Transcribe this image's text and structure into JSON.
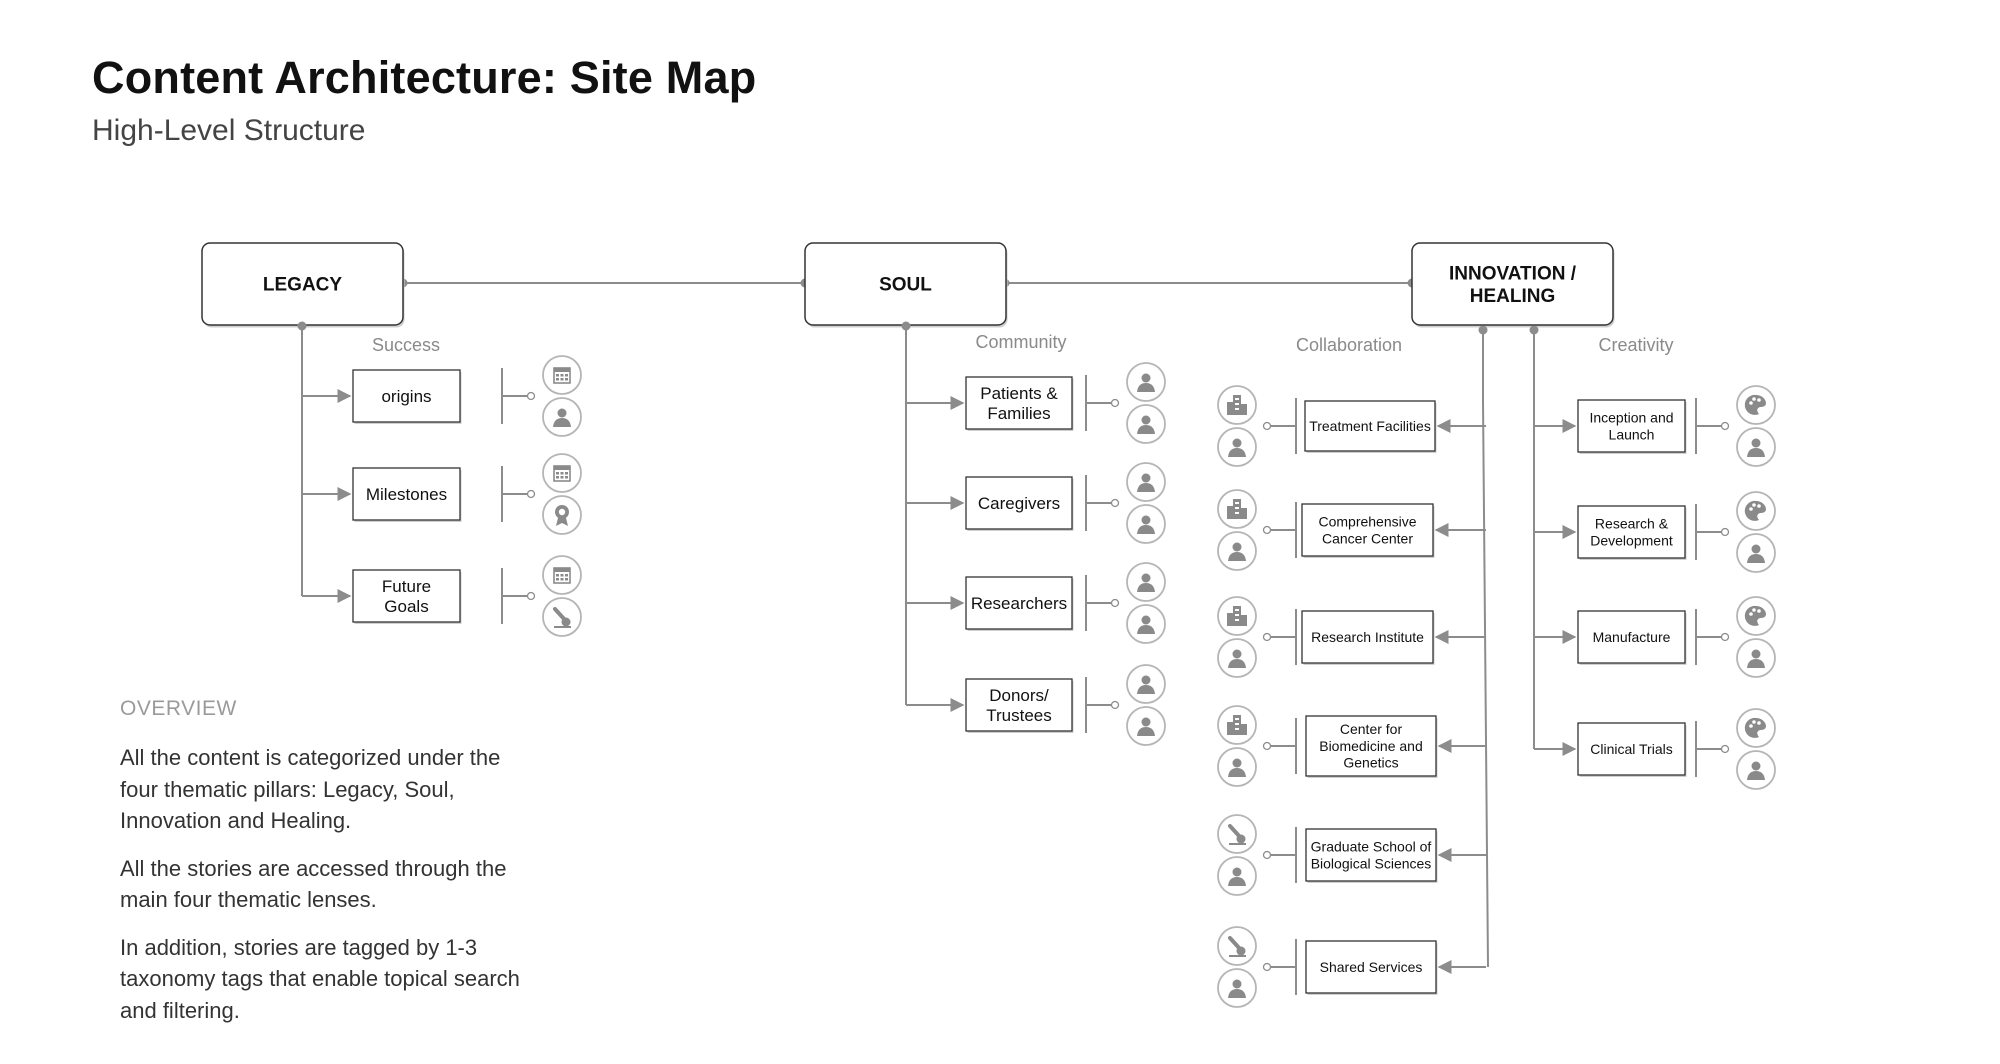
{
  "header": {
    "title": "Content Architecture: Site Map",
    "subtitle": "High-Level Structure"
  },
  "overview": {
    "label": "OVERVIEW",
    "paragraphs": [
      "All the content is categorized under the four thematic pillars: Legacy, Soul, Innovation and Healing.",
      "All the stories are accessed through the main four thematic lenses.",
      "In addition, stories are tagged by 1-3 taxonomy tags that enable topical search and filtering."
    ]
  },
  "pillars": {
    "legacy": {
      "label": "LEGACY",
      "section": "Success",
      "children": [
        {
          "label": "origins",
          "icons": [
            "calendar-icon",
            "person-icon"
          ]
        },
        {
          "label": "Milestones",
          "icons": [
            "calendar-icon",
            "award-icon"
          ]
        },
        {
          "label": "Future\nGoals",
          "icons": [
            "calendar-icon",
            "microscope-icon"
          ]
        }
      ]
    },
    "soul": {
      "label": "SOUL",
      "section": "Community",
      "children": [
        {
          "label": "Patients &\nFamilies",
          "icons": [
            "person-icon",
            "person-icon"
          ]
        },
        {
          "label": "Caregivers",
          "icons": [
            "person-icon",
            "person-icon"
          ]
        },
        {
          "label": "Researchers",
          "icons": [
            "person-icon",
            "person-icon"
          ]
        },
        {
          "label": "Donors/\nTrustees",
          "icons": [
            "person-icon",
            "person-icon"
          ]
        }
      ]
    },
    "innovation": {
      "label": "INNOVATION /\nHEALING",
      "collaboration": {
        "section": "Collaboration",
        "children": [
          {
            "label": "Treatment Facilities",
            "icons": [
              "building-icon",
              "person-icon"
            ]
          },
          {
            "label": "Comprehensive\nCancer Center",
            "icons": [
              "building-icon",
              "person-icon"
            ]
          },
          {
            "label": "Research Institute",
            "icons": [
              "building-icon",
              "person-icon"
            ]
          },
          {
            "label": "Center for\nBiomedicine and\nGenetics",
            "icons": [
              "building-icon",
              "person-icon"
            ]
          },
          {
            "label": "Graduate School of\nBiological Sciences",
            "icons": [
              "microscope-icon",
              "person-icon"
            ]
          },
          {
            "label": "Shared Services",
            "icons": [
              "microscope-icon",
              "person-icon"
            ]
          }
        ]
      },
      "creativity": {
        "section": "Creativity",
        "children": [
          {
            "label": "Inception and\nLaunch",
            "icons": [
              "palette-icon",
              "person-icon"
            ]
          },
          {
            "label": "Research &\nDevelopment",
            "icons": [
              "palette-icon",
              "person-icon"
            ]
          },
          {
            "label": "Manufacture",
            "icons": [
              "palette-icon",
              "person-icon"
            ]
          },
          {
            "label": "Clinical Trials",
            "icons": [
              "palette-icon",
              "person-icon"
            ]
          }
        ]
      }
    }
  },
  "colors": {
    "line": "#8c8c8c",
    "box_border": "#333333",
    "icon_border": "#b5b5b5",
    "icon_glyph": "#8a8a8a"
  }
}
